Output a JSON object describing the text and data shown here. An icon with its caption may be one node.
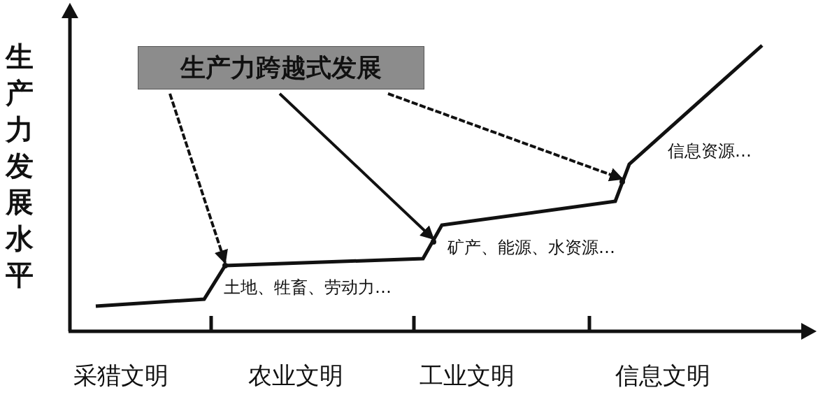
{
  "diagram": {
    "nodes": [
      {
        "text": [
          "生产力跨越式发展"
        ]
      },
      {
        "text": [],
        "shape": "point"
      },
      {
        "text": [],
        "shape": "point"
      },
      {
        "text": [],
        "shape": "point"
      }
    ],
    "edges": [
      {
        "from": 0,
        "to": 1,
        "arrow": "to",
        "style": "dashed"
      },
      {
        "from": 0,
        "to": 2,
        "arrow": "to"
      },
      {
        "from": 0,
        "to": 3,
        "arrow": "to",
        "style": "dashed"
      }
    ],
    "labels": [
      "生产力发展水平",
      "信息资源…",
      "矿产、能源、水资源…",
      "土地、牲畜、劳动力…",
      "采猎文明",
      "农业文明",
      "工业文明",
      "信息文明"
    ]
  }
}
